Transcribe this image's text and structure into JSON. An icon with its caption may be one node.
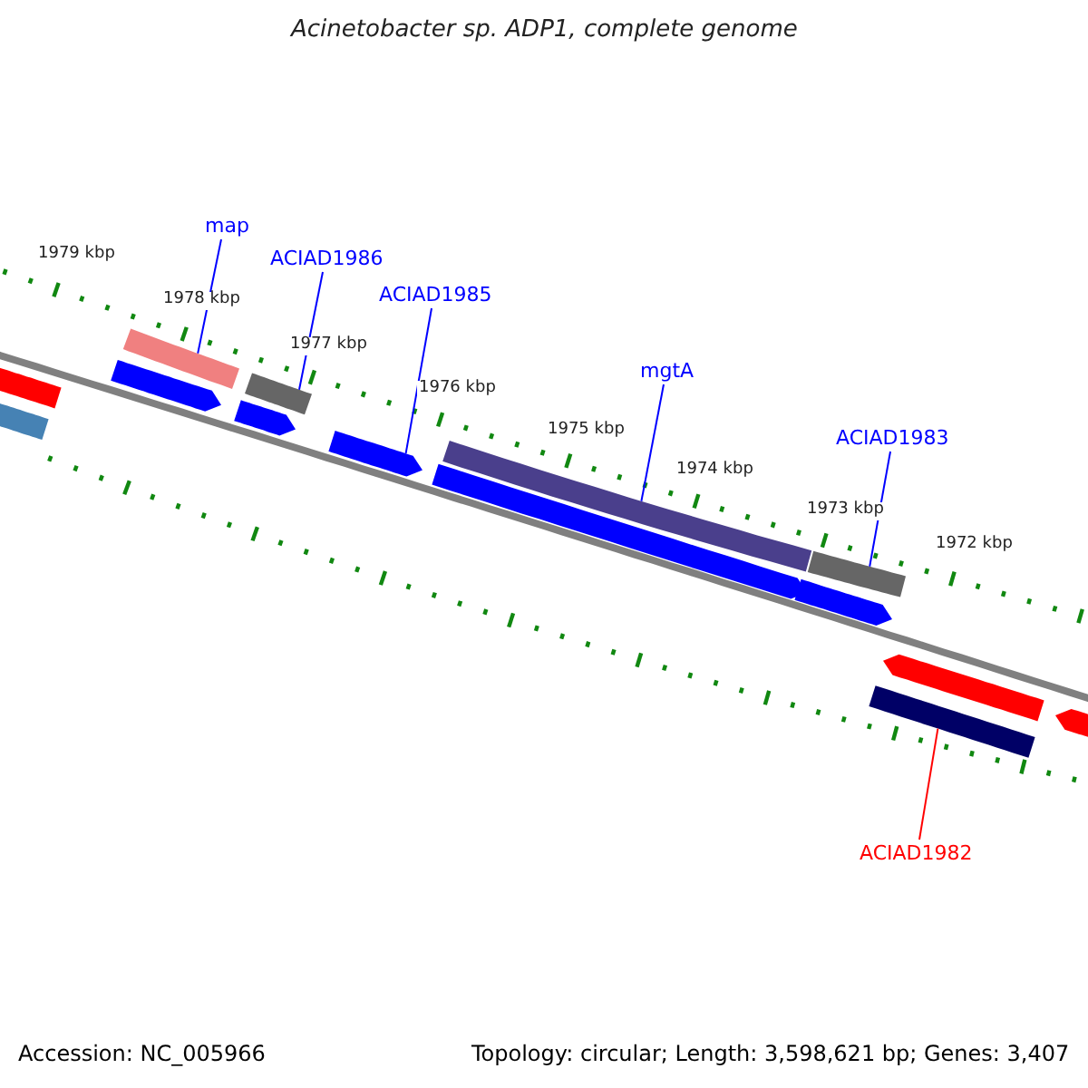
{
  "diagram": {
    "title": "Acinetobacter sp. ADP1, complete genome",
    "nodes": [
      {
        "text": [
          "map"
        ]
      },
      {
        "text": [
          "ACIAD1986"
        ]
      },
      {
        "text": [
          "ACIAD1985"
        ]
      },
      {
        "text": [
          "mgtA"
        ]
      },
      {
        "text": [
          "ACIAD1983"
        ]
      },
      {
        "text": [
          "ACIAD1982"
        ]
      },
      {
        "text": [],
        "shape": "bar"
      },
      {
        "text": [],
        "shape": "bar"
      },
      {
        "text": [],
        "shape": "bar"
      },
      {
        "text": [],
        "shape": "bar"
      },
      {
        "text": [],
        "shape": "bar"
      },
      {
        "text": [],
        "shape": "bar"
      },
      {
        "text": [],
        "shape": "bar"
      },
      {
        "text": [],
        "shape": "bar"
      },
      {
        "text": [],
        "shape": "bar"
      },
      {
        "text": [],
        "shape": "bar"
      },
      {
        "text": [],
        "shape": "bar"
      },
      {
        "text": [],
        "shape": "bar"
      },
      {
        "text": [],
        "shape": "bar"
      },
      {
        "text": [],
        "shape": "bar"
      }
    ],
    "edges": [
      {
        "from": 0,
        "to": 9,
        "arrow": "none"
      },
      {
        "from": 1,
        "to": 11,
        "arrow": "none"
      },
      {
        "from": 2,
        "to": 12,
        "arrow": "none"
      },
      {
        "from": 3,
        "to": 14,
        "arrow": "none"
      },
      {
        "from": 4,
        "to": 16,
        "arrow": "none"
      },
      {
        "from": 5,
        "to": 17,
        "arrow": "none",
        "color": "#ff0000"
      }
    ],
    "labels": [
      "1979 kbp",
      "1978 kbp",
      "1977 kbp",
      "1976 kbp",
      "1975 kbp",
      "1974 kbp",
      "1973 kbp",
      "1972 kbp",
      "Accession: NC_005966",
      "Topology: circular; Length: 3,598,621 bp; Genes: 3,407"
    ]
  }
}
